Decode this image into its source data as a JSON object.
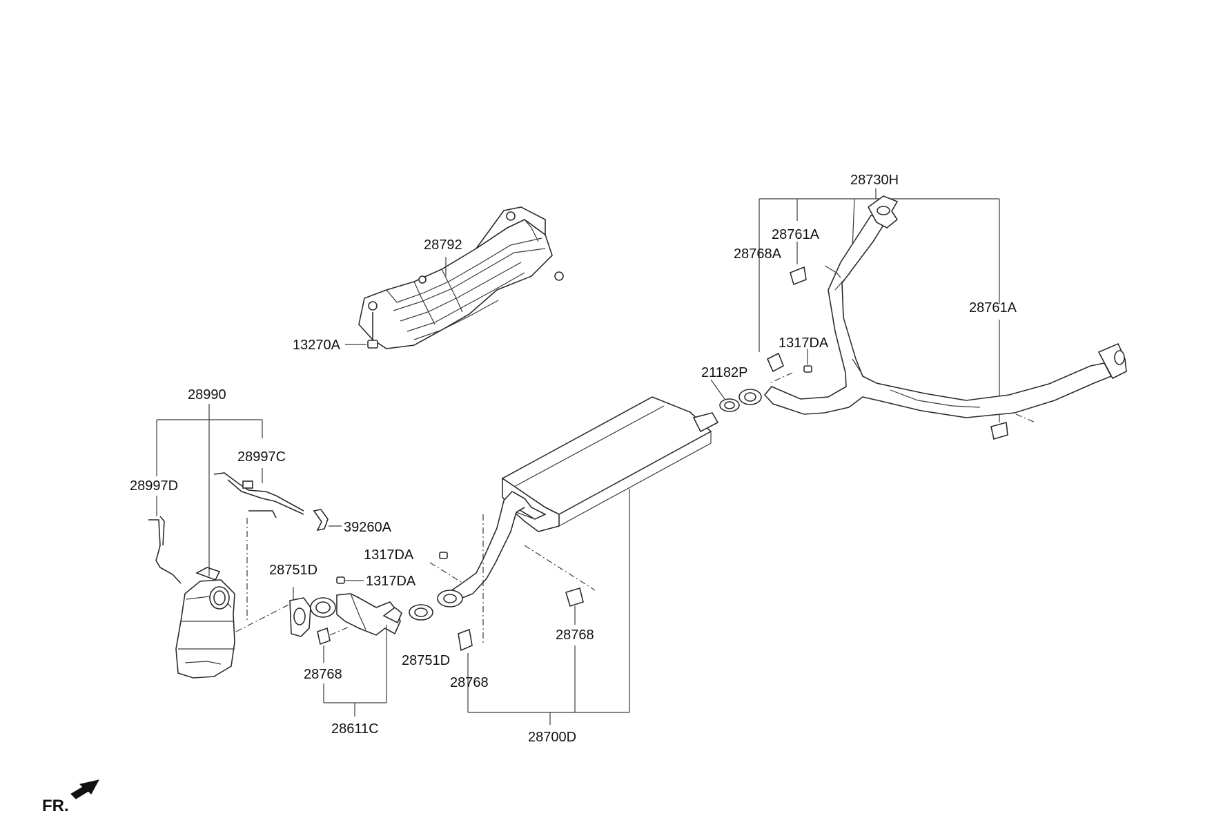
{
  "labels": {
    "p28730H": "28730H",
    "p28761A_top": "28761A",
    "p28768A": "28768A",
    "p28761A_right": "28761A",
    "p1317DA_top": "1317DA",
    "p21182P": "21182P",
    "p28792": "28792",
    "p13270A": "13270A",
    "p28990": "28990",
    "p28997C": "28997C",
    "p28997D": "28997D",
    "p39260A": "39260A",
    "p1317DA_mid": "1317DA",
    "p1317DA_low": "1317DA",
    "p28751D_left": "28751D",
    "p28751D_right": "28751D",
    "p28768_left": "28768",
    "p28768_mid": "28768",
    "p28768_right": "28768",
    "p28611C": "28611C",
    "p28700D": "28700D"
  },
  "orientation": {
    "front_label": "FR.",
    "arrow_icon": "front-arrow-icon"
  }
}
